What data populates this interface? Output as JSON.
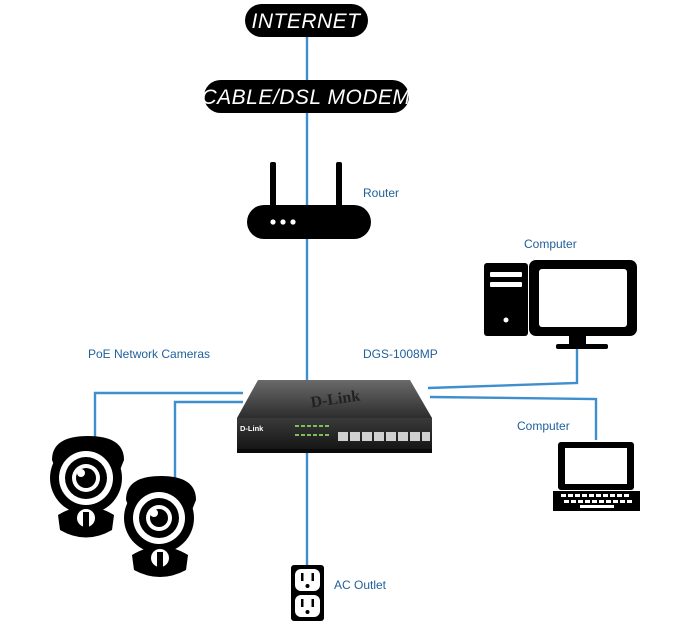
{
  "nodes": {
    "internet": "INTERNET",
    "modem": "CABLE/DSL MODEM",
    "router": "Router",
    "switch_model": "DGS-1008MP",
    "cameras": "PoE Network Cameras",
    "computer_top": "Computer",
    "computer_bottom": "Computer",
    "ac_outlet": "AC Outlet"
  },
  "device_branding": {
    "brand": "D-Link"
  },
  "colors": {
    "cable": "#3f8fce",
    "device": "#000000",
    "label": "#1f5f9c"
  }
}
